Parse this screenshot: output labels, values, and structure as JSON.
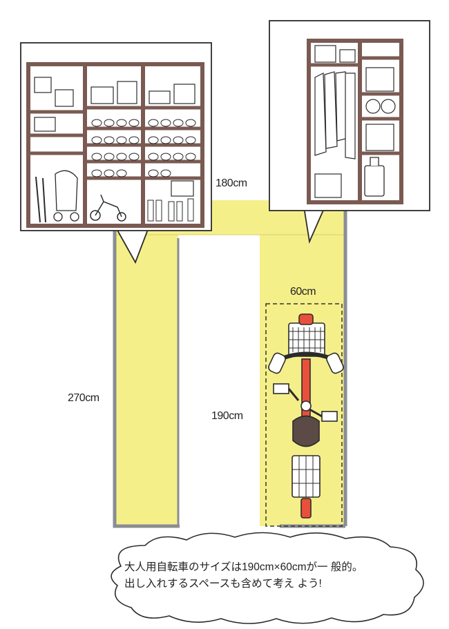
{
  "dimensions": {
    "width_label": "180cm",
    "depth_label": "270cm",
    "bike_width_label": "60cm",
    "bike_length_label": "190cm"
  },
  "caption": {
    "line1": "大人用自転車のサイズは190cm×60cmが一 般的。",
    "line2": "出し入れするスペースも含めて考え よう!"
  },
  "colors": {
    "floor": "#f5ef8a",
    "wall": "#8a8d93",
    "shelf_brown": "#7a5a52",
    "bike_frame": "#e8503c",
    "outline": "#2b2b2b"
  },
  "icons": [
    "bicycle-icon",
    "stroller-icon",
    "tricycle-icon",
    "suitcase-icon",
    "clothes-icon",
    "shoes-icon",
    "box-icon",
    "basket-icon"
  ]
}
